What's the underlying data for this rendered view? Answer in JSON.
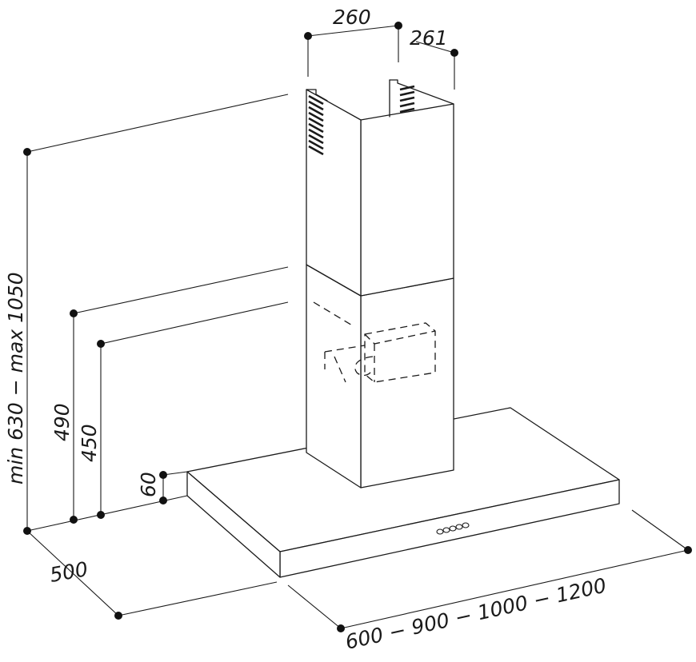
{
  "dimensions": {
    "chimney_width": "260",
    "chimney_depth": "261",
    "total_height": "min 630 − max 1050",
    "lower_height_a": "490",
    "lower_height_b": "450",
    "canopy_thickness": "60",
    "canopy_depth": "500",
    "canopy_widths": "600 − 900 − 1000 − 1200"
  },
  "colors": {
    "line": "#1a1a1a",
    "background": "#ffffff"
  }
}
